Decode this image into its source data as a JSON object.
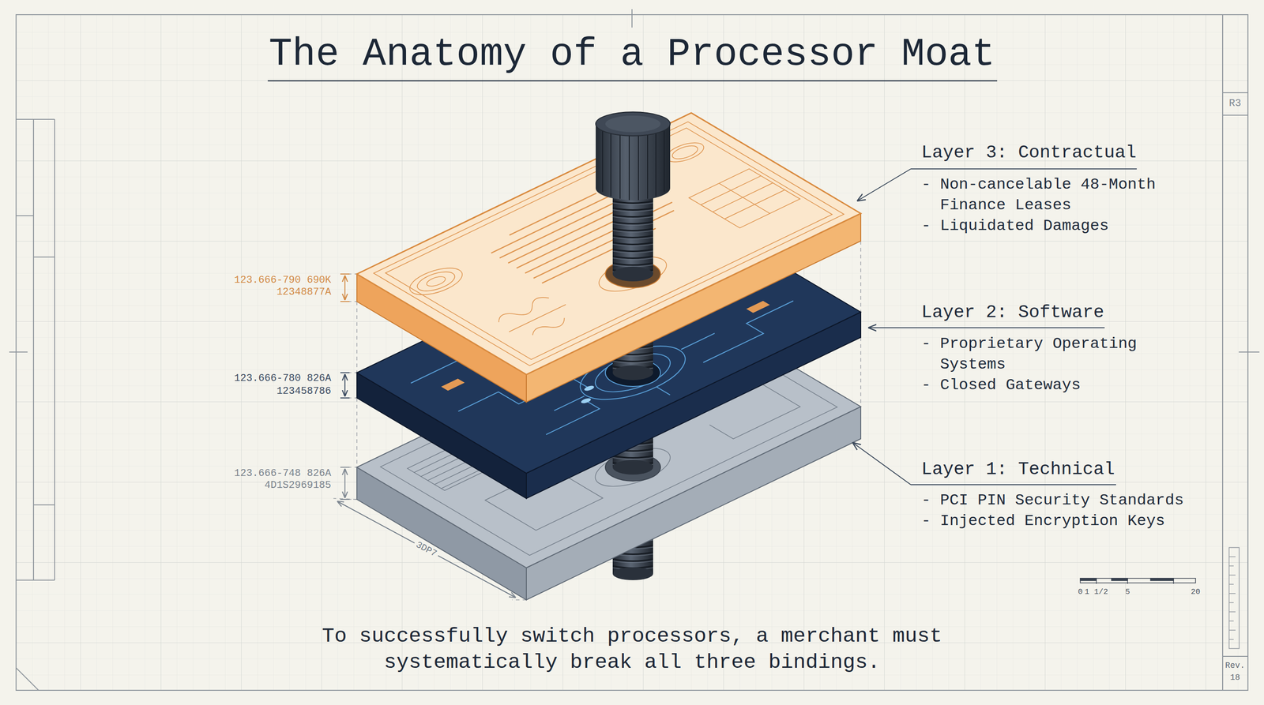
{
  "diagram": {
    "title": "The Anatomy of a Processor Moat",
    "caption": "To successfully switch processors, a merchant must systematically break all three bindings.",
    "labels": [
      "Layer 3: Contractual",
      "- Non-cancelable 48-Month Finance Leases",
      "- Liquidated Damages",
      "Layer 2: Software",
      "- Proprietary Operating Systems",
      "- Closed Gateways",
      "Layer 1: Technical",
      "- PCI PIN Security Standards",
      "- Injected Encryption Keys",
      "123.666-790 690K",
      "12348877A",
      "123.666-780 826A",
      "123458786",
      "123.666-748 826A",
      "4D1S2969185",
      "3DP7",
      "R3",
      "0",
      "1 1/2",
      "5",
      "20",
      "Rev.",
      "18"
    ]
  }
}
